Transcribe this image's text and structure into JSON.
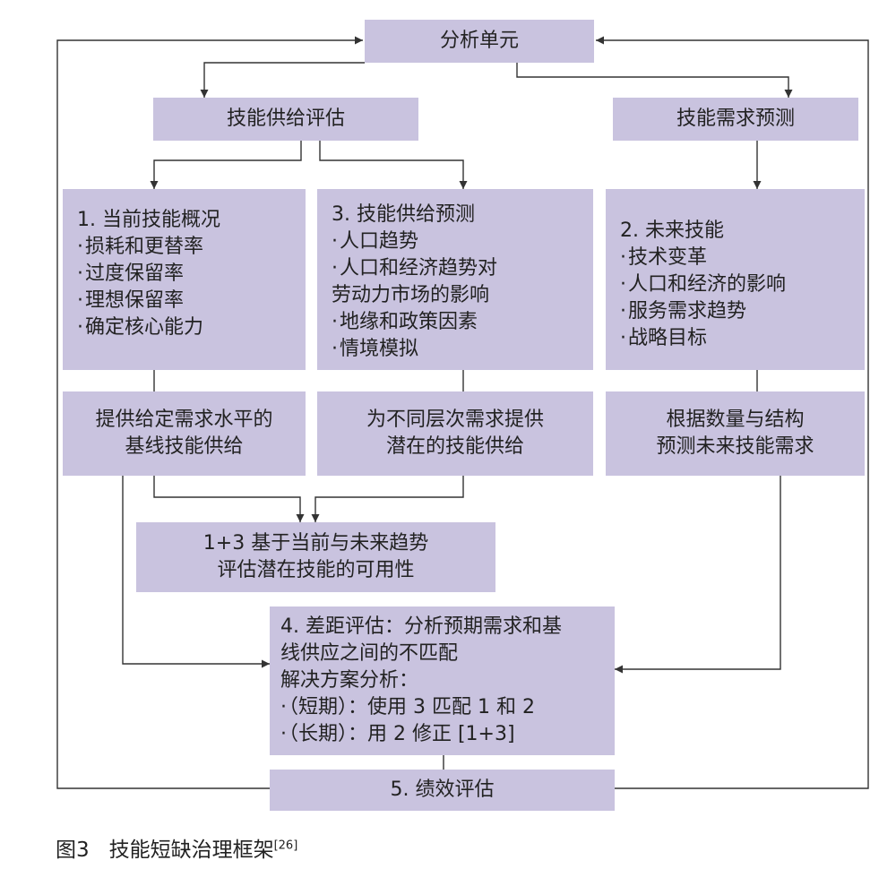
{
  "boxes": {
    "analysis_unit": "分析单元",
    "supply_assessment": "技能供给评估",
    "demand_forecast": "技能需求预测",
    "current": {
      "title": "1. 当前技能概况",
      "items": [
        "损耗和更替率",
        "过度保留率",
        "理想保留率",
        "确定核心能力"
      ]
    },
    "supply_forecast": {
      "title": "3. 技能供给预测",
      "items": [
        "人口趋势",
        "人口和经济趋势对",
        "地缘和政策因素",
        "情境模拟"
      ],
      "continuation": "劳动力市场的影响"
    },
    "future": {
      "title": "2. 未来技能",
      "items": [
        "技术变革",
        "人口和经济的影响",
        "服务需求趋势",
        "战略目标"
      ]
    },
    "baseline": [
      "提供给定需求水平的",
      "基线技能供给"
    ],
    "potential": [
      "为不同层次需求提供",
      "潜在的技能供给"
    ],
    "future_demand": [
      "根据数量与结构",
      "预测未来技能需求"
    ],
    "availability": [
      "1+3 基于当前与未来趋势",
      "评估潜在技能的可用性"
    ],
    "gap": {
      "lines": [
        "4. 差距评估：分析预期需求和基",
        "线供应之间的不匹配",
        "解决方案分析："
      ],
      "items": [
        "（短期）：使用 3 匹配 1 和 2",
        "（长期）：用 2 修正 [1+3]"
      ]
    },
    "evaluation": "5. 绩效评估"
  },
  "caption": {
    "label": "图3",
    "title": "技能短缺治理框架",
    "ref": "[26]"
  },
  "colors": {
    "box_fill": "#c9c3df",
    "line": "#333333"
  }
}
